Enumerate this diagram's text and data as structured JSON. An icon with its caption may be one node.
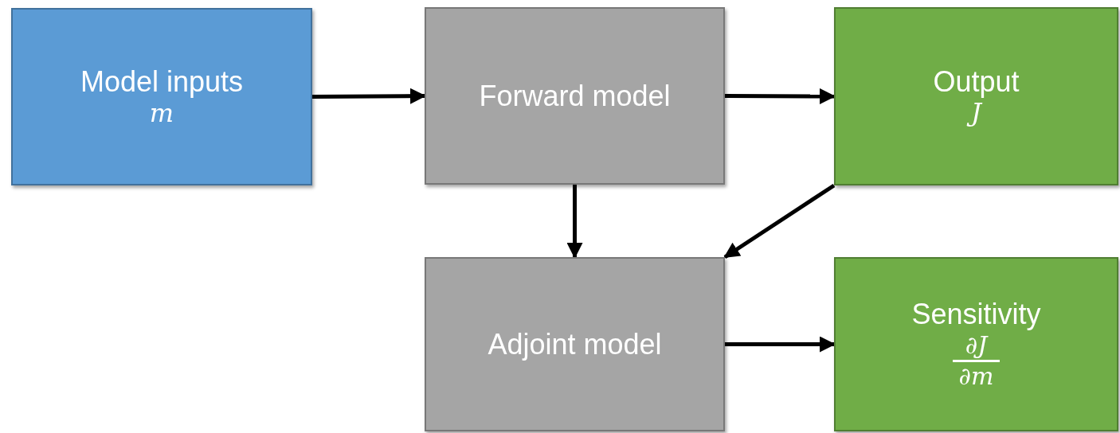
{
  "diagram": {
    "nodes": [
      {
        "text": [
          "Model inputs",
          "m"
        ]
      },
      {
        "text": [
          "Forward model"
        ]
      },
      {
        "text": [
          "Output",
          "J"
        ]
      },
      {
        "text": [
          "Adjoint model"
        ]
      },
      {
        "text": [
          "Sensitivity",
          "∂J",
          "∂m"
        ]
      }
    ],
    "edges": [
      {
        "from": 0,
        "to": 1,
        "arrow": "to"
      },
      {
        "from": 1,
        "to": 2,
        "arrow": "to"
      },
      {
        "from": 1,
        "to": 3,
        "arrow": "to"
      },
      {
        "from": 2,
        "to": 3,
        "arrow": "to"
      },
      {
        "from": 3,
        "to": 4,
        "arrow": "to"
      }
    ]
  }
}
